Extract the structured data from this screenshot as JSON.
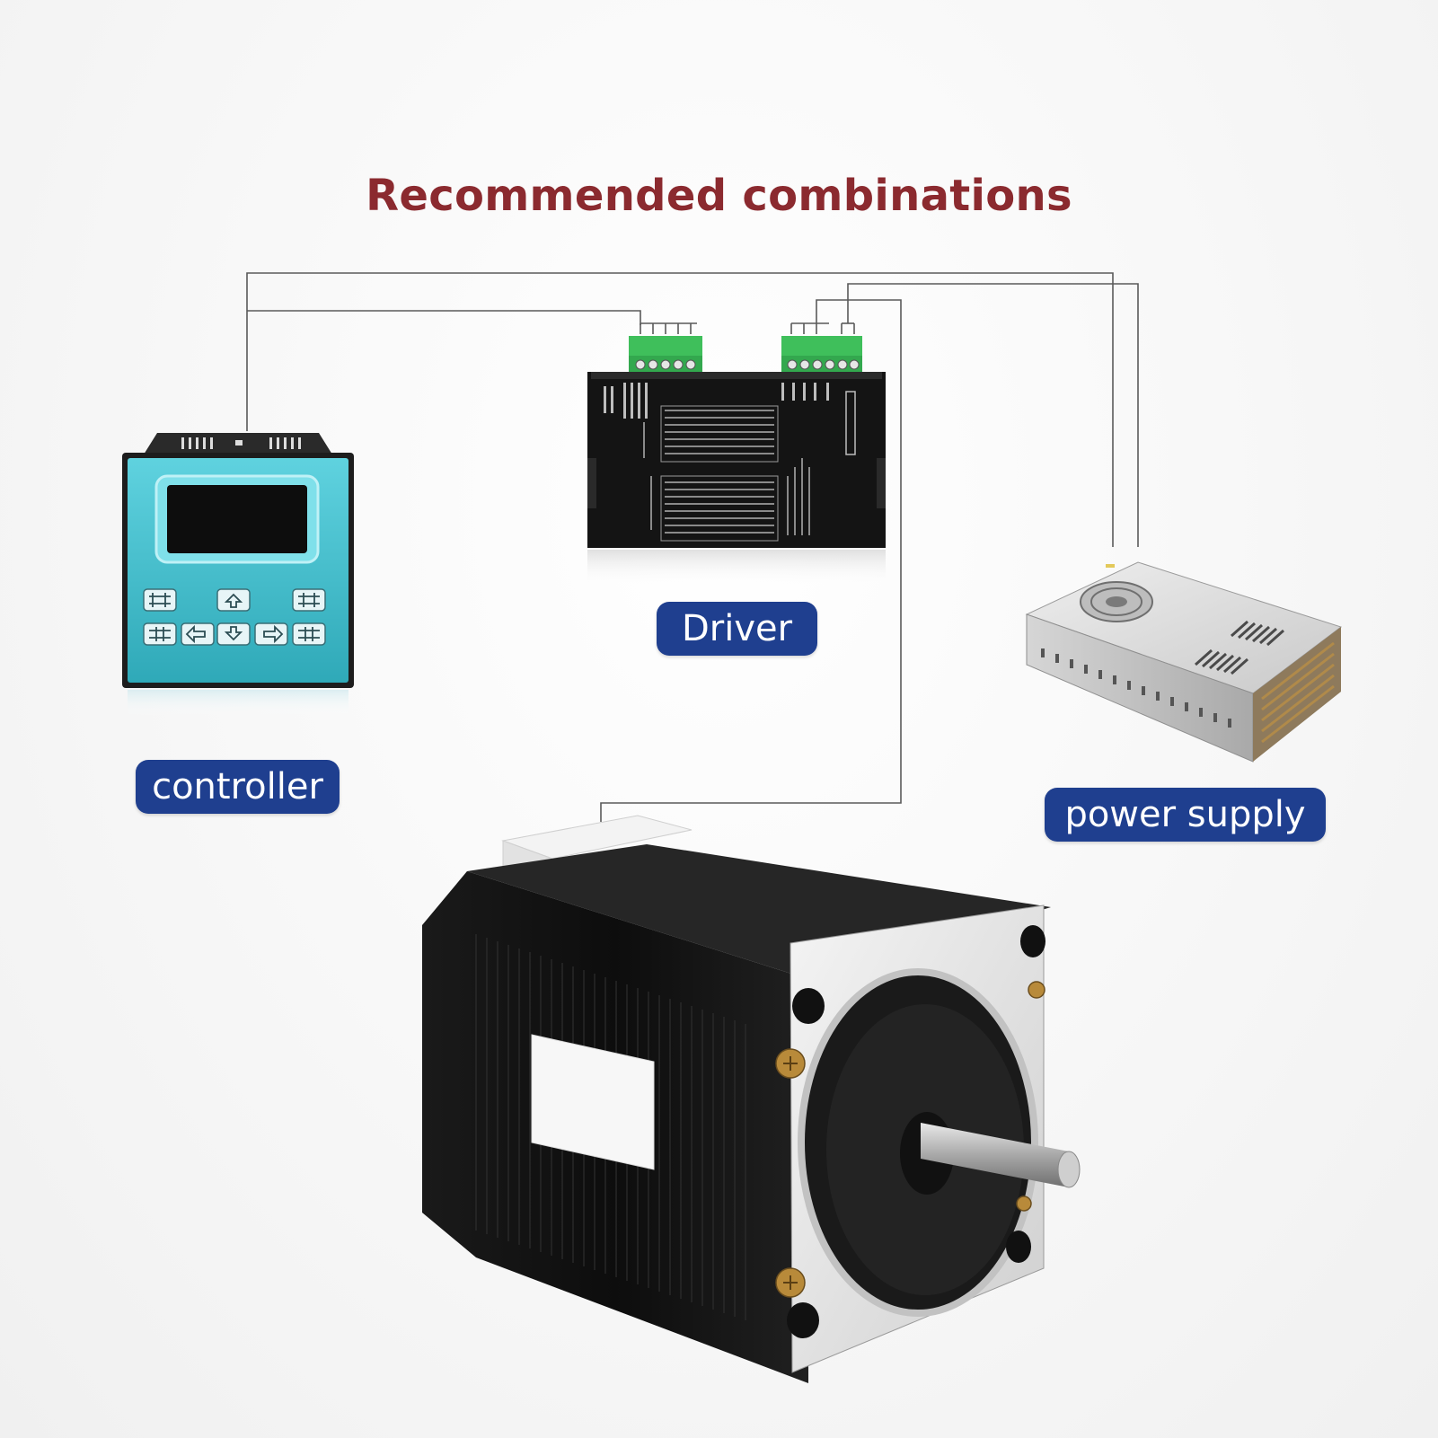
{
  "title": "Recommended combinations",
  "components": {
    "controller": {
      "label": "controller",
      "display_color": "#35b6c6"
    },
    "driver": {
      "label": "Driver",
      "terminal_color": "#3fbf5b"
    },
    "power_supply": {
      "label": "power supply"
    },
    "motor": {}
  },
  "colors": {
    "title": "#8b2a2f",
    "label_background": "#1f3f8f",
    "wire": "#555555"
  }
}
